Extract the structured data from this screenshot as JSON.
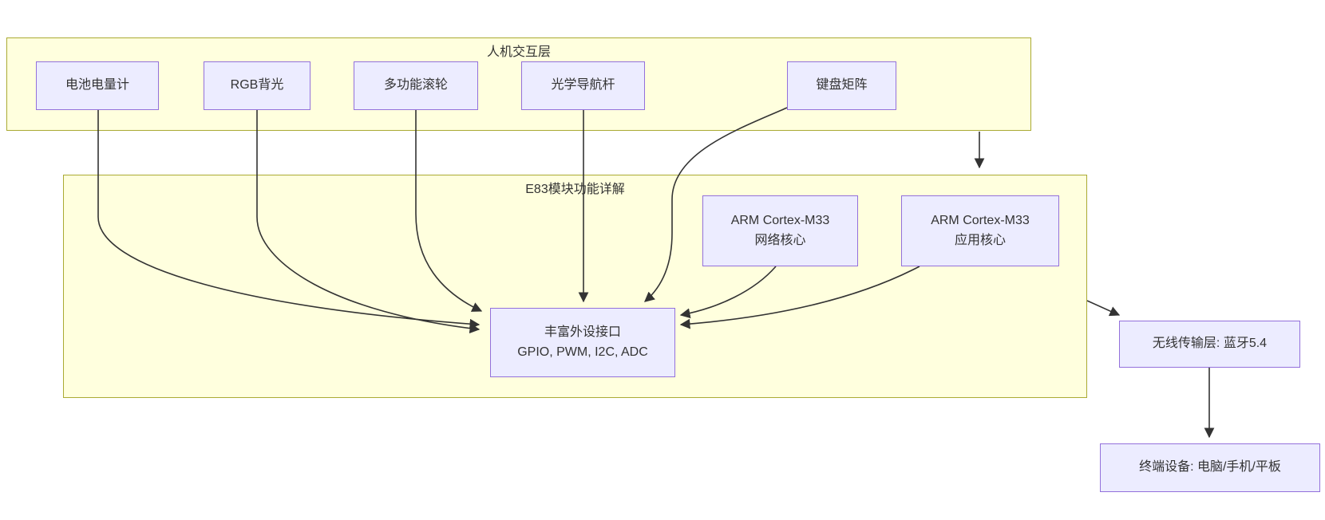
{
  "diagram": {
    "groups": {
      "hmi": {
        "label": "人机交互层"
      },
      "e83": {
        "label": "E83模块功能详解"
      }
    },
    "nodes": {
      "battery": {
        "label": "电池电量计"
      },
      "rgb": {
        "label": "RGB背光"
      },
      "wheel": {
        "label": "多功能滚轮"
      },
      "optical": {
        "label": "光学导航杆"
      },
      "keyboard": {
        "label": "键盘矩阵"
      },
      "net_core": {
        "line1": "ARM Cortex-M33",
        "line2": "网络核心"
      },
      "app_core": {
        "line1": "ARM Cortex-M33",
        "line2": "应用核心"
      },
      "periph": {
        "line1": "丰富外设接口",
        "line2": "GPIO, PWM, I2C, ADC"
      },
      "wireless": {
        "label": "无线传输层: 蓝牙5.4"
      },
      "terminal": {
        "label": "终端设备: 电脑/手机/平板"
      }
    },
    "edges": [
      {
        "from": "电池电量计",
        "to": "丰富外设接口"
      },
      {
        "from": "RGB背光",
        "to": "丰富外设接口"
      },
      {
        "from": "多功能滚轮",
        "to": "丰富外设接口"
      },
      {
        "from": "光学导航杆",
        "to": "丰富外设接口"
      },
      {
        "from": "键盘矩阵",
        "to": "丰富外设接口"
      },
      {
        "from": "ARM Cortex-M33 网络核心",
        "to": "丰富外设接口"
      },
      {
        "from": "ARM Cortex-M33 应用核心",
        "to": "丰富外设接口"
      },
      {
        "from": "人机交互层",
        "to": "E83模块功能详解"
      },
      {
        "from": "E83模块功能详解",
        "to": "无线传输层: 蓝牙5.4"
      },
      {
        "from": "无线传输层: 蓝牙5.4",
        "to": "终端设备: 电脑/手机/平板"
      }
    ],
    "colors": {
      "node_fill": "#ECECFF",
      "node_border": "#9370DB",
      "group_fill": "#FFFFDE",
      "group_border": "#AAAA33",
      "edge": "#333333",
      "text": "#333333",
      "background": "#FFFFFF"
    }
  }
}
